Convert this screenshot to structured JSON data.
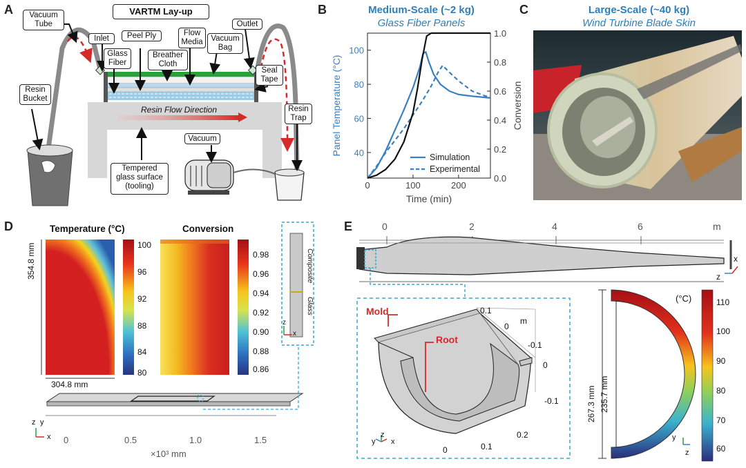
{
  "panel_a": {
    "letter": "A",
    "title": "VARTM Lay-up",
    "labels": {
      "vacuum_tube": "Vacuum Tube",
      "inlet": "Inlet",
      "peel_ply": "Peel Ply",
      "flow_media": "Flow Media",
      "vacuum_bag": "Vacuum Bag",
      "outlet": "Outlet",
      "glass_fiber": "Glass Fiber",
      "breather_cloth": "Breather Cloth",
      "seal_tape": "Seal Tape",
      "resin_bucket": "Resin Bucket",
      "resin_flow_direction": "Resin Flow Direction",
      "resin_trap": "Resin Trap",
      "vacuum": "Vacuum",
      "tempered_glass": "Tempered glass surface (tooling)"
    }
  },
  "panel_b": {
    "letter": "B",
    "title": "Medium-Scale (~2 kg)",
    "subtitle": "Glass Fiber Panels",
    "chart_data": {
      "type": "line",
      "xlabel": "Time (min)",
      "ylabel_left": "Panel Temperature (°C)",
      "ylabel_right": "Conversion",
      "xlim": [
        0,
        270
      ],
      "ylim_left": [
        25,
        110
      ],
      "ylim_right": [
        0,
        1.0
      ],
      "xticks": [
        0,
        100,
        200
      ],
      "yticks_left": [
        40,
        60,
        80,
        100
      ],
      "yticks_right": [
        "0.0",
        "0.2",
        "0.4",
        "0.6",
        "0.8",
        "1.0"
      ],
      "legend": [
        {
          "label": "Simulation",
          "style": "solid"
        },
        {
          "label": "Experimental",
          "style": "dashed"
        }
      ],
      "series": [
        {
          "name": "Simulation",
          "axis": "left",
          "style": "solid",
          "color": "#3a80c0",
          "x": [
            0,
            20,
            40,
            60,
            80,
            100,
            115,
            122,
            128,
            135,
            145,
            160,
            180,
            200,
            230,
            270
          ],
          "y": [
            25,
            31,
            41,
            53,
            65,
            78,
            90,
            98,
            99,
            93,
            86,
            80,
            76,
            74,
            73,
            72
          ]
        },
        {
          "name": "Experimental",
          "axis": "left",
          "style": "dashed",
          "color": "#3a80c0",
          "x": [
            0,
            20,
            40,
            60,
            80,
            100,
            120,
            140,
            155,
            165,
            180,
            200,
            230,
            260,
            270
          ],
          "y": [
            25,
            32,
            40,
            47,
            54,
            62,
            70,
            79,
            87,
            91,
            87,
            82,
            76,
            73,
            73
          ]
        },
        {
          "name": "Simulation conversion",
          "axis": "right",
          "style": "solid",
          "color": "#111111",
          "x": [
            0,
            20,
            40,
            60,
            80,
            100,
            110,
            120,
            130,
            140,
            270
          ],
          "y": [
            0.0,
            0.02,
            0.06,
            0.13,
            0.25,
            0.45,
            0.62,
            0.82,
            0.98,
            1.0,
            1.0
          ]
        }
      ]
    }
  },
  "panel_c": {
    "letter": "C",
    "title": "Large-Scale (~40 kg)",
    "subtitle": "Wind Turbine Blade Skin"
  },
  "panel_d": {
    "letter": "D",
    "temp_title": "Temperature (°C)",
    "conv_title": "Conversion",
    "height_label": "354.8 mm",
    "width_label": "304.8 mm",
    "temp_ticks": [
      "100",
      "96",
      "92",
      "88",
      "84",
      "80"
    ],
    "conv_ticks": [
      "0.98",
      "0.96",
      "0.94",
      "0.92",
      "0.90",
      "0.88",
      "0.86"
    ],
    "inset_composite": "Composite",
    "inset_glass": "Glass",
    "axis_z": "z",
    "axis_x": "x",
    "axis_y": "y",
    "bottom_ticks": [
      "0",
      "0.5",
      "1.0",
      "1.5"
    ],
    "bottom_unit": "×10³ mm"
  },
  "panel_e": {
    "letter": "E",
    "top_ticks": [
      "0",
      "2",
      "4",
      "6"
    ],
    "top_unit": "m",
    "axis_x": "x",
    "axis_z": "z",
    "axis_y": "y",
    "mold_label": "Mold",
    "root_label": "Root",
    "inset_unit": "m",
    "inset_ticks_a": [
      "0.1",
      "0",
      "-0.1",
      "0",
      "-0.1"
    ],
    "inset_ticks_b": [
      "0.2",
      "0.1",
      "0"
    ],
    "outer_dim": "267.3 mm",
    "inner_dim": "235.7 mm",
    "cbar_unit": "(°C)",
    "cbar_ticks": [
      "110",
      "100",
      "90",
      "80",
      "70",
      "60"
    ]
  },
  "colors": {
    "accent_blue": "#2e7fb8",
    "dashed_callout": "#35a6d4",
    "red_annot": "#d62a2a"
  }
}
